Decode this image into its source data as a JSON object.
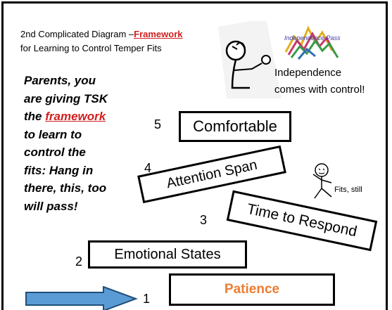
{
  "title": {
    "line1_prefix": "2nd Complicated Diagram –",
    "line1_link": "Framework",
    "line2": "for Learning to Control Temper Fits"
  },
  "parents_text": {
    "line1": "Parents, you",
    "line2": "are giving TSK",
    "line3_prefix": "the ",
    "line3_link": "framework",
    "line4": "to learn to",
    "line5": "control the",
    "line6": "fits: Hang in",
    "line7": "there, this, too",
    "line8": "will pass!"
  },
  "independence": {
    "line1": "Independence",
    "line2": "comes with control!"
  },
  "logo_text": "Independence Pass",
  "fits_label": "Fits, still",
  "steps": [
    {
      "number": "1",
      "label": "Patience",
      "color": "#ed7d31"
    },
    {
      "number": "2",
      "label": "Emotional States"
    },
    {
      "number": "3",
      "label": "Time to Respond"
    },
    {
      "number": "4",
      "label": "Attention Span"
    },
    {
      "number": "5",
      "label": "Comfortable"
    }
  ],
  "colors": {
    "arrow_fill": "#5b9bd5",
    "link_red": "#d21f1f",
    "patience_orange": "#ed7d31"
  }
}
